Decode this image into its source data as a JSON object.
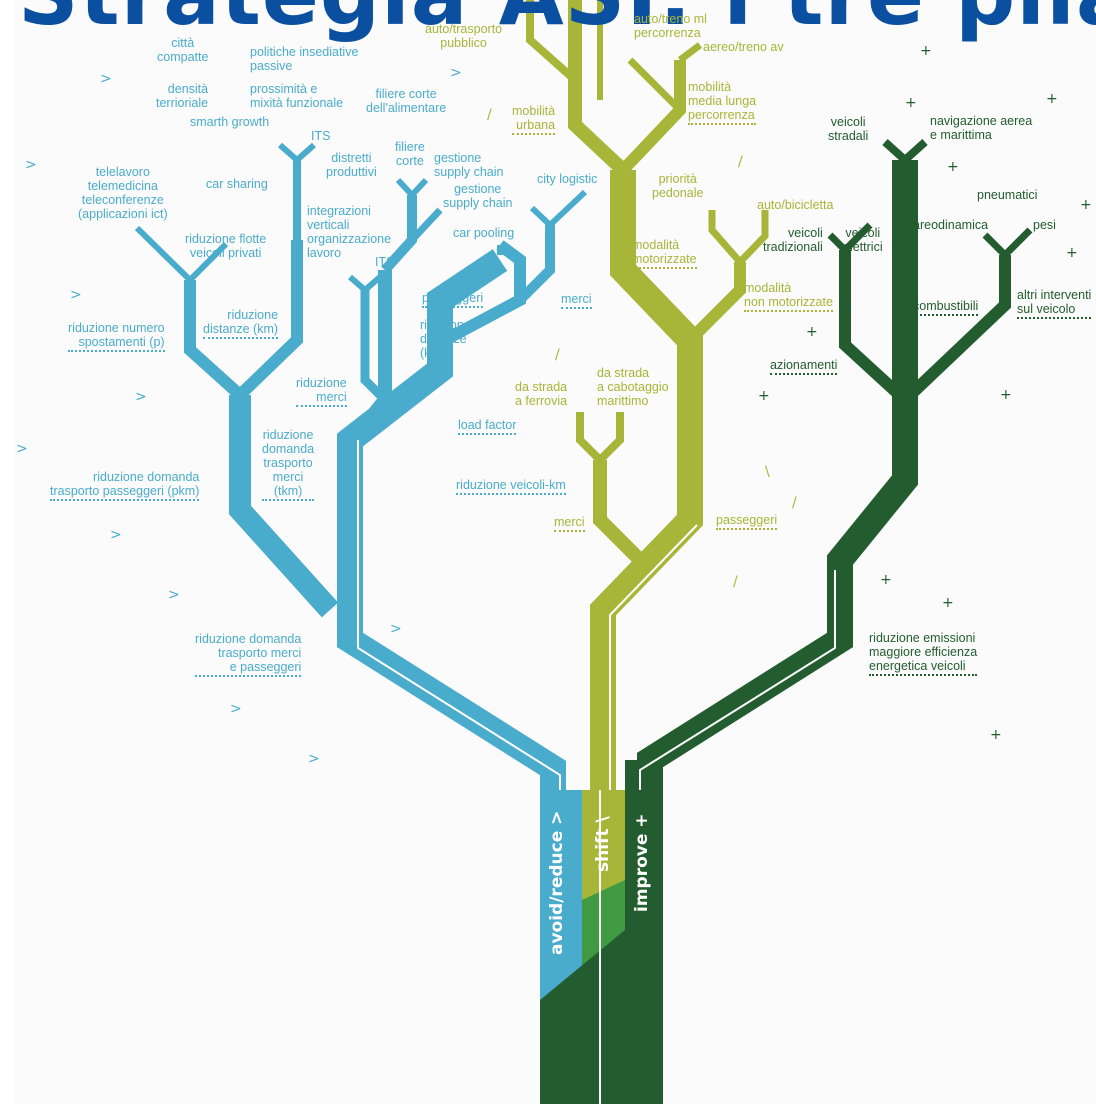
{
  "title": "Strategia ASI: i tre pilastri",
  "colors": {
    "avoid": "#4aaccc",
    "shift": "#a7b638",
    "improve": "#235c2e",
    "title": "#0b4fa0"
  },
  "trunk": {
    "avoid": "avoid/reduce >",
    "shift": "shift \\",
    "improve": "improve +"
  },
  "avoid": {
    "citta": "città\ncompatte",
    "politiche": "politiche insediative\npassive",
    "densita": "densità\nterrioriale",
    "prossimita": "prossimità e\nmixità funzionale",
    "smart": "smarth growth",
    "filiere_all": "filiere corte\ndell'alimentare",
    "its1": "ITS",
    "filiere": "filiere\ncorte",
    "distretti": "distretti\nproduttivi",
    "gestione1": "gestione\nsupply chain",
    "gestione2": "gestione\nsupply chain",
    "city": "city logistic",
    "telelavoro": "telelavoro\ntelemedicina\nteleconferenze\n(applicazioni ict)",
    "car_sharing": "car sharing",
    "flotte": "riduzione flotte\nveicoli privati",
    "integrazioni": "integrazioni\nverticali\norganizzazione\nlavoro",
    "its2": "ITS",
    "car_pooling": "car pooling",
    "passeggeri": "passeggeri",
    "merci": "merci",
    "rid_numero": "riduzione numero\nspostamenti (p)",
    "rid_dist_km": "riduzione\ndistanze (km)",
    "rid_dist_km2": "riduzione\ndistanze\n(km)",
    "rid_merci": "riduzione\nmerci",
    "load": "load factor",
    "rid_domanda_tkm": "riduzione\ndomanda\ntrasporto\nmerci\n(tkm)",
    "rid_domanda_pkm": "riduzione domanda\ntrasporto passeggeri (pkm)",
    "rid_veicoli_km": "riduzione veicoli-km",
    "rid_domanda_tot": "riduzione domanda\ntrasporto merci\ne passeggeri"
  },
  "shift": {
    "auto_trasporto": "auto/trasporto\npubblico",
    "auto_treno": "auto/treno ml\npercorrenza",
    "aereo_treno": "aereo/treno av",
    "mob_urbana": "mobilità\nurbana",
    "mob_media": "mobilità\nmedia lunga\npercorrenza",
    "priorita": "priorità\npedonale",
    "auto_bici": "auto/bicicletta",
    "mod_motor": "modalità\nmotorizzate",
    "mod_non_motor": "modalità\nnon motorizzate",
    "strada_ferrovia": "da strada\na ferrovia",
    "strada_cabotaggio": "da strada\na cabotaggio\nmarittimo",
    "merci": "merci",
    "passeggeri": "passeggeri"
  },
  "improve": {
    "veicoli_stradali": "veicoli\nstradali",
    "navigazione": "navigazione aerea\ne marittima",
    "pneumatici": "pneumatici",
    "areodinamica": "areodinamica",
    "pesi": "pesi",
    "veicoli_trad": "veicoli\ntradizionali",
    "veicoli_elettrici": "veicoli\nelettrici",
    "combustibili": "combustibili",
    "altri": "altri interventi\nsul veicolo",
    "azionamenti": "azionamenti",
    "riduzione_emissioni": "riduzione emissioni\nmaggiore efficienza\nenergetica veicoli"
  }
}
